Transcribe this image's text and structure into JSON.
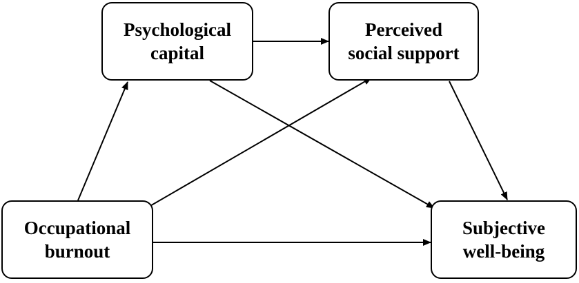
{
  "nodes": {
    "psychological_capital": {
      "line1": "Psychological",
      "line2": "capital"
    },
    "perceived_social_support": {
      "line1": "Perceived",
      "line2": "social support"
    },
    "occupational_burnout": {
      "line1": "Occupational",
      "line2": "burnout"
    },
    "subjective_well_being": {
      "line1": "Subjective",
      "line2": "well-being"
    }
  },
  "edges": [
    {
      "from": "occupational_burnout",
      "to": "psychological_capital"
    },
    {
      "from": "occupational_burnout",
      "to": "perceived_social_support"
    },
    {
      "from": "occupational_burnout",
      "to": "subjective_well_being"
    },
    {
      "from": "psychological_capital",
      "to": "perceived_social_support"
    },
    {
      "from": "psychological_capital",
      "to": "subjective_well_being"
    },
    {
      "from": "perceived_social_support",
      "to": "subjective_well_being"
    }
  ],
  "colors": {
    "stroke": "#000000",
    "fill": "#ffffff",
    "text": "#000000"
  }
}
